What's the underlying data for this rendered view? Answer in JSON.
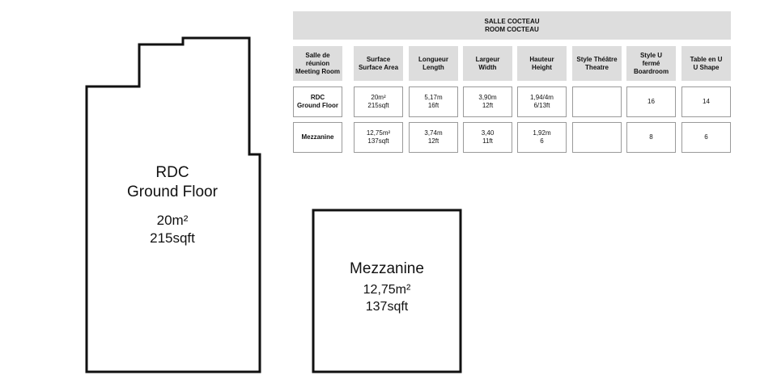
{
  "title": {
    "line1": "SALLE COCTEAU",
    "line2": "ROOM COCTEAU"
  },
  "columns": [
    [
      "Salle de",
      "réunion",
      "Meeting Room"
    ],
    [
      "Surface",
      "Surface Area"
    ],
    [
      "Longueur",
      "Length"
    ],
    [
      "Largeur",
      "Width"
    ],
    [
      "Hauteur",
      "Height"
    ],
    [
      "Style Théâtre",
      "Theatre"
    ],
    [
      "Style U",
      "fermé",
      "Boardroom"
    ],
    [
      "Table en U",
      "U Shape"
    ]
  ],
  "rows": [
    [
      [
        "RDC",
        "Ground Floor"
      ],
      [
        "20m²",
        "215sqft"
      ],
      [
        "5,17m",
        "16ft"
      ],
      [
        "3,90m",
        "12ft"
      ],
      [
        "1,94/4m",
        "6/13ft"
      ],
      [],
      [
        "16"
      ],
      [
        "14"
      ]
    ],
    [
      [
        "Mezzanine"
      ],
      [
        "12,75m²",
        "137sqft"
      ],
      [
        "3,74m",
        "12ft"
      ],
      [
        "3,40",
        "11ft"
      ],
      [
        "1,92m",
        "6"
      ],
      [],
      [
        "8"
      ],
      [
        "6"
      ]
    ]
  ],
  "rooms": {
    "rdc": {
      "name1": "RDC",
      "name2": "Ground Floor",
      "area_m2": "20m²",
      "area_sqft": "215sqft"
    },
    "mezzanine": {
      "name": "Mezzanine",
      "area_m2": "12,75m²",
      "area_sqft": "137sqft"
    }
  },
  "colors": {
    "header_fill": "#dddddd",
    "cell_border": "#9a9a9a",
    "outline": "#111111"
  }
}
